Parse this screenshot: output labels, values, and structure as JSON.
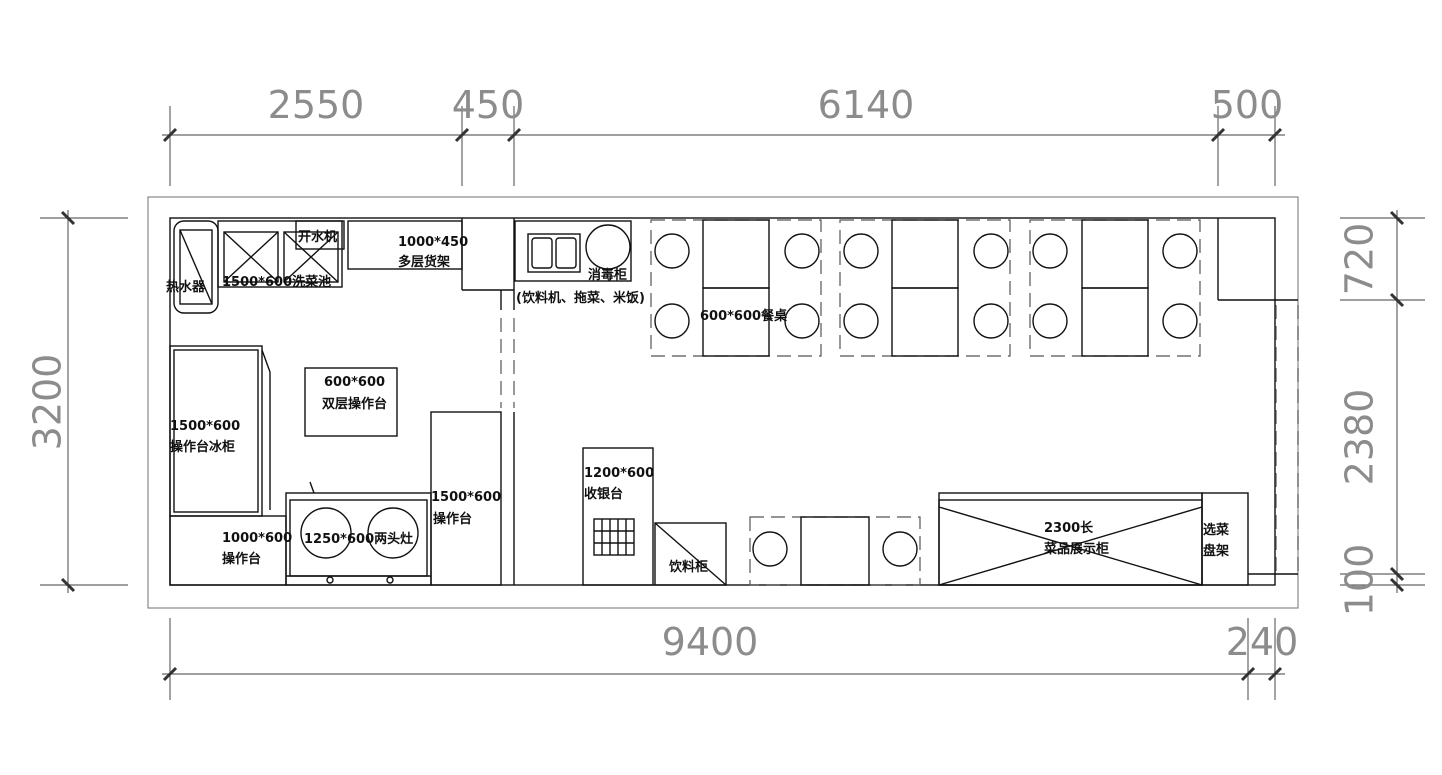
{
  "dimensions": {
    "top": [
      "2550",
      "450",
      "6140",
      "500"
    ],
    "bottom": [
      "9400",
      "240"
    ],
    "left": "3200",
    "right": [
      "720",
      "2380",
      "100"
    ]
  },
  "labels": {
    "water_heater": "热水器",
    "sink": "1500*600洗菜池",
    "water_boiler": "开水机",
    "multi_shelf_dims": "1000*450",
    "multi_shelf_name": "多层货架",
    "disinfect_cabinet": "消毒柜",
    "counter_equipment": "(饮料机、拖菜、米饭)",
    "dining_table": "600*600餐桌",
    "double_worktable_dims": "600*600",
    "double_worktable_name": "双层操作台",
    "fridge_table_dims": "1500*600",
    "fridge_table_name": "操作台冰柜",
    "worktable_left_dims": "1000*600",
    "worktable_left_name": "操作台",
    "stove": "1250*600两头灶",
    "worktable_right_dims": "1500*600",
    "worktable_right_name": "操作台",
    "cashier_dims": "1200*600",
    "cashier_name": "收银台",
    "drink_cabinet": "饮料柜",
    "display_dims": "2300长",
    "display_name": "菜品展示柜",
    "veg_rack_1": "选菜",
    "veg_rack_2": "盘架"
  },
  "colors": {
    "line": "#111111",
    "dimension_text": "#8c8c8c",
    "background": "#ffffff"
  }
}
